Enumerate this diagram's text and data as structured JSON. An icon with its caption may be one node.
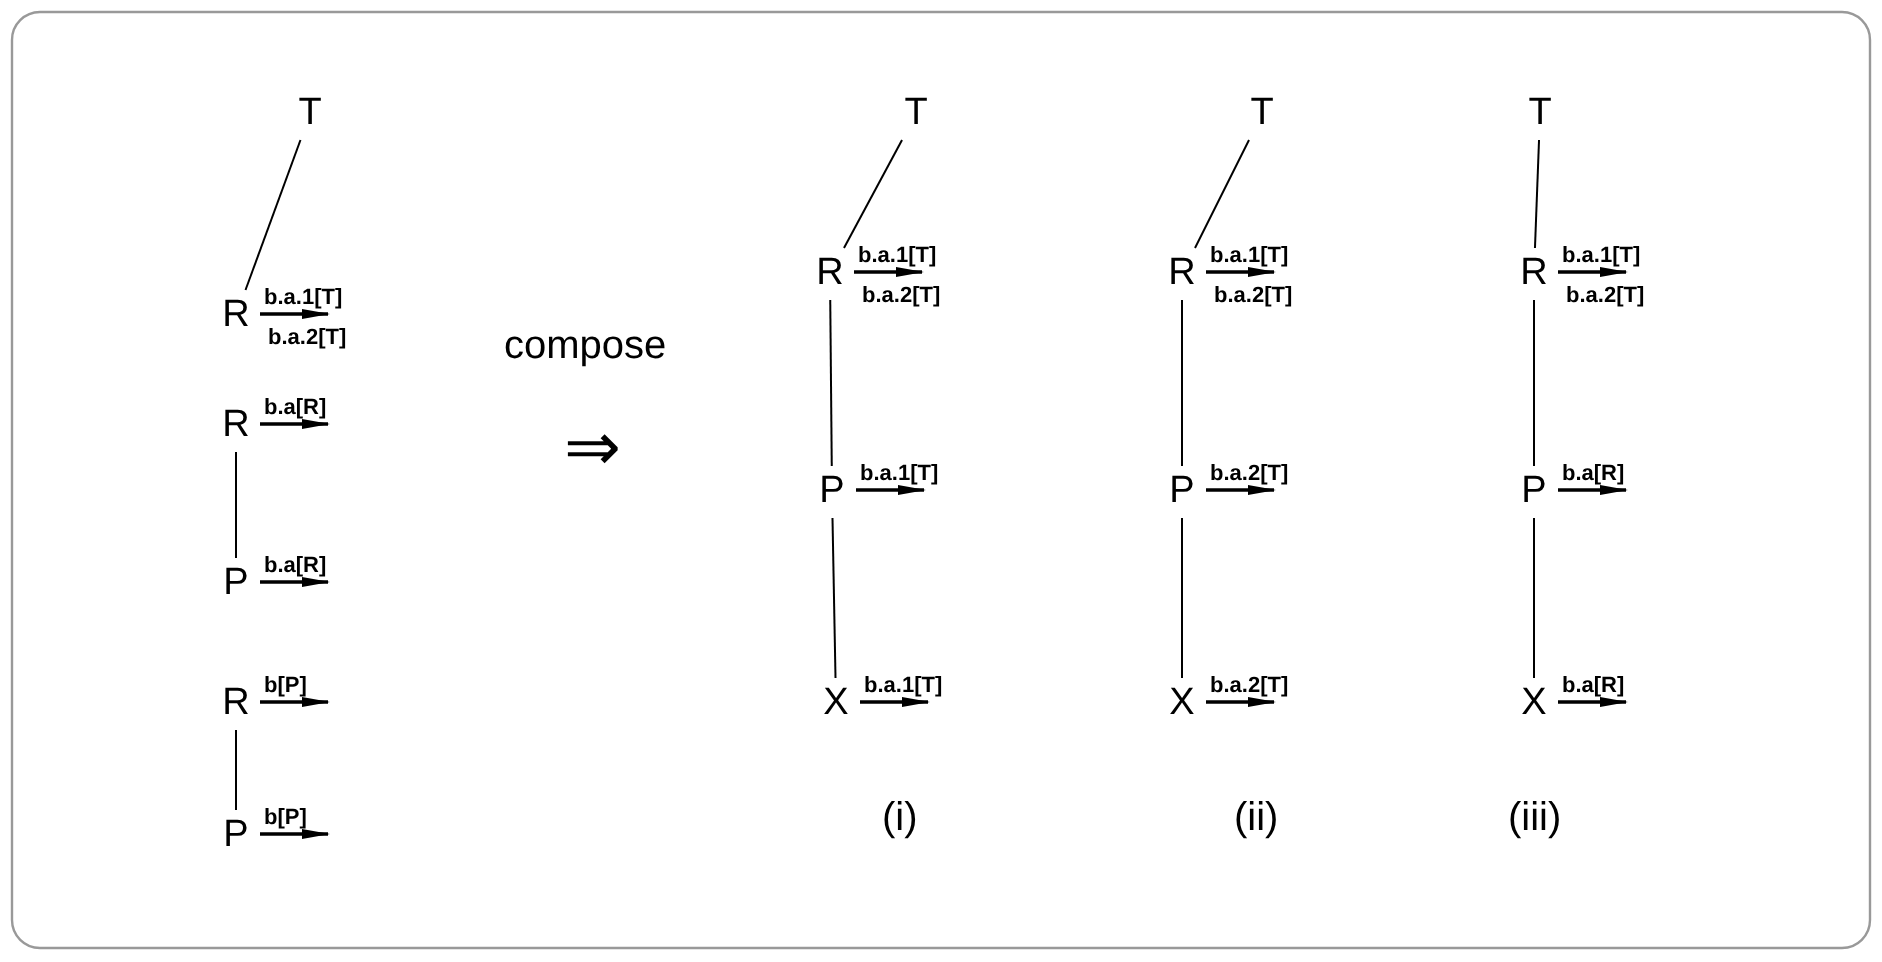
{
  "diagram": {
    "nodes": [
      {
        "text": [
          "T"
        ]
      },
      {
        "text": [
          "R"
        ]
      },
      {
        "text": [
          "R"
        ]
      },
      {
        "text": [
          "P"
        ]
      },
      {
        "text": [
          "R"
        ]
      },
      {
        "text": [
          "P"
        ]
      },
      {
        "text": [
          "T"
        ]
      },
      {
        "text": [
          "R"
        ]
      },
      {
        "text": [
          "P"
        ]
      },
      {
        "text": [
          "X"
        ]
      },
      {
        "text": [
          "T"
        ]
      },
      {
        "text": [
          "R"
        ]
      },
      {
        "text": [
          "P"
        ]
      },
      {
        "text": [
          "X"
        ]
      },
      {
        "text": [
          "T"
        ]
      },
      {
        "text": [
          "R"
        ]
      },
      {
        "text": [
          "P"
        ]
      },
      {
        "text": [
          "X"
        ]
      }
    ],
    "edges": [
      {
        "from": 0,
        "to": 1,
        "arrow": "none"
      },
      {
        "from": 2,
        "to": 3,
        "arrow": "none"
      },
      {
        "from": 4,
        "to": 5,
        "arrow": "none"
      },
      {
        "from": 6,
        "to": 7,
        "arrow": "none"
      },
      {
        "from": 7,
        "to": 8,
        "arrow": "none"
      },
      {
        "from": 8,
        "to": 9,
        "arrow": "none"
      },
      {
        "from": 10,
        "to": 11,
        "arrow": "none"
      },
      {
        "from": 11,
        "to": 12,
        "arrow": "none"
      },
      {
        "from": 12,
        "to": 13,
        "arrow": "none"
      },
      {
        "from": 14,
        "to": 15,
        "arrow": "none"
      },
      {
        "from": 15,
        "to": 16,
        "arrow": "none"
      },
      {
        "from": 16,
        "to": 17,
        "arrow": "none"
      }
    ],
    "labels": [
      "b.a.1[T]",
      "b.a.2[T]",
      "b.a[R]",
      "b.a[R]",
      "b[P]",
      "b[P]",
      "compose",
      "⇒",
      "b.a.1[T]",
      "b.a.2[T]",
      "b.a.1[T]",
      "b.a.1[T]",
      "b.a.1[T]",
      "b.a.2[T]",
      "b.a.2[T]",
      "b.a.2[T]",
      "b.a.1[T]",
      "b.a.2[T]",
      "b.a[R]",
      "b.a[R]",
      "(i)",
      "(ii)",
      "(iii)"
    ]
  }
}
